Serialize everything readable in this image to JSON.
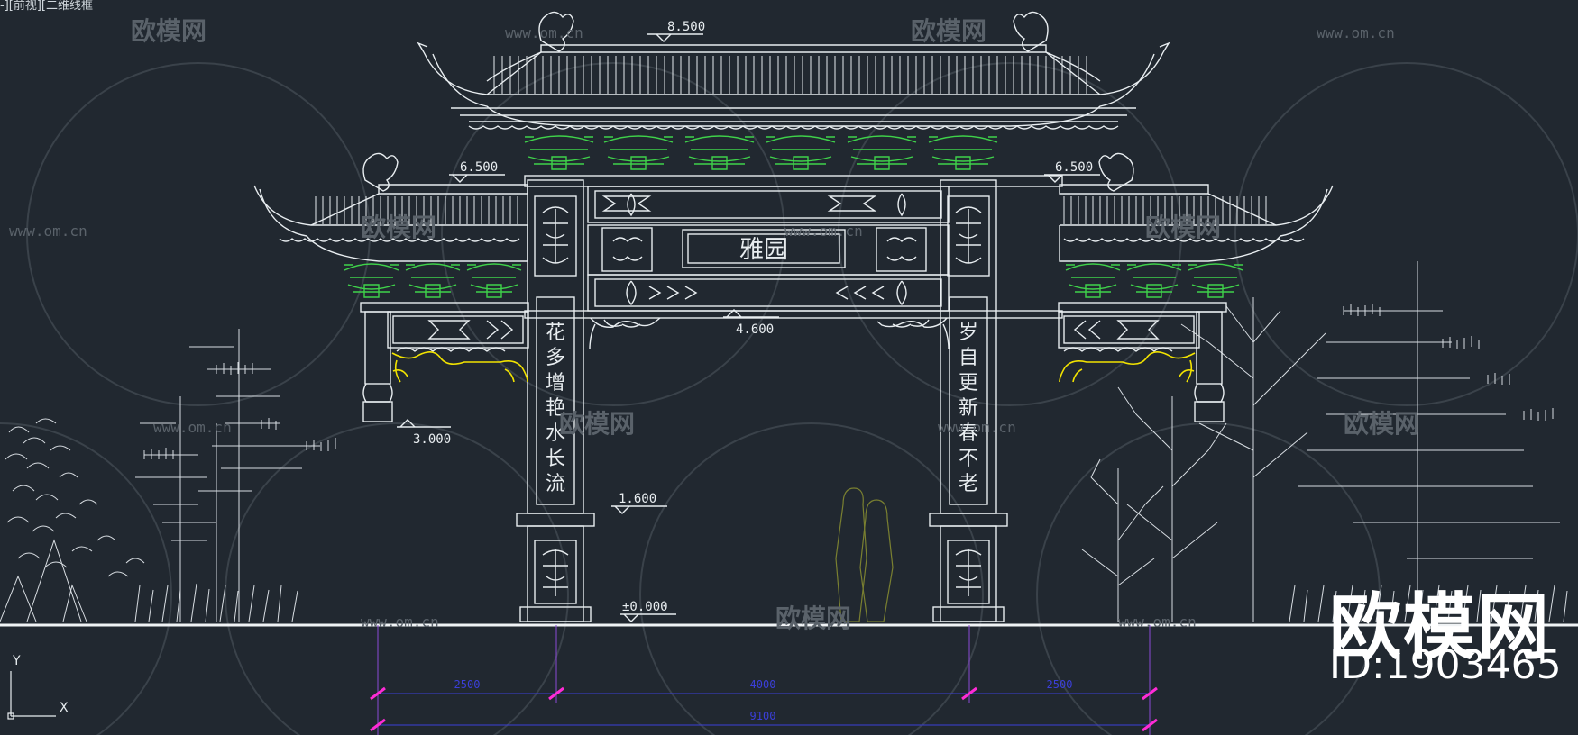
{
  "viewport_label": "-][前视][二维线框",
  "plaque_text": "雅园",
  "couplet_left": [
    "花",
    "多",
    "增",
    "艳",
    "水",
    "长",
    "流"
  ],
  "couplet_right": [
    "岁",
    "自",
    "更",
    "新",
    "春",
    "不",
    "老"
  ],
  "levels": {
    "top": "8.500",
    "side_left": "6.500",
    "side_right": "6.500",
    "beam": "4.600",
    "side_eave": "3.000",
    "base": "1.600",
    "ground": "±0.000"
  },
  "dimensions": {
    "seg1": "2500",
    "seg2": "4000",
    "seg3": "2500",
    "total": "9100"
  },
  "axis": {
    "y": "Y",
    "x": "X"
  },
  "watermark": {
    "brand": "欧模网",
    "url": "www.om.cn"
  },
  "brand_logo": "欧模网",
  "brand_id": "ID:1903465",
  "colors": {
    "background": "#212830",
    "lines": "#e8edf0",
    "bracket_green": "#3fd24a",
    "bracket_yellow": "#f2e300",
    "dimension_blue": "#3b3fd8",
    "dimension_tick": "#ff2bd6"
  }
}
